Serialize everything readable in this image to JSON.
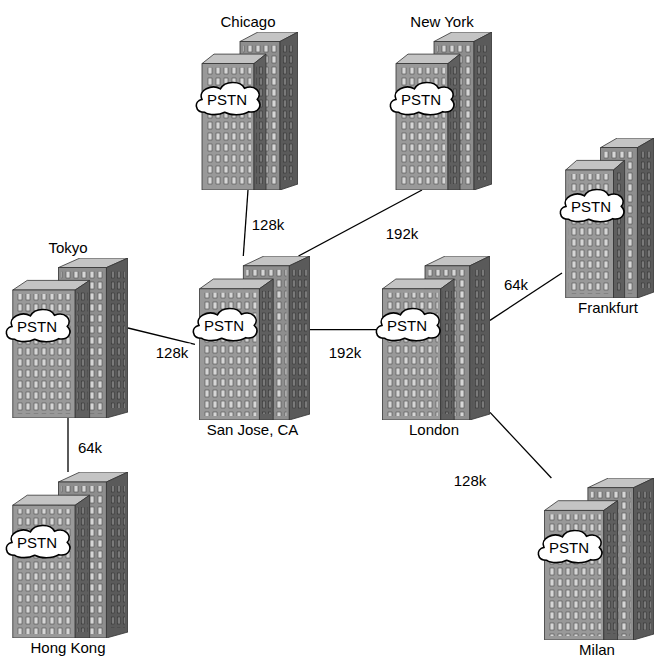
{
  "diagram": {
    "nodes": [
      {
        "text": [
          "Chicago"
        ]
      },
      {
        "text": [
          "PSTN"
        ],
        "in": 0
      },
      {
        "text": [
          "New York"
        ]
      },
      {
        "text": [
          "PSTN"
        ],
        "in": 2
      },
      {
        "text": [
          "Frankfurt"
        ]
      },
      {
        "text": [
          "PSTN"
        ],
        "in": 4
      },
      {
        "text": [
          "Tokyo"
        ]
      },
      {
        "text": [
          "PSTN"
        ],
        "in": 6
      },
      {
        "text": [
          "San Jose, CA"
        ]
      },
      {
        "text": [
          "PSTN"
        ],
        "in": 8
      },
      {
        "text": [
          "London"
        ]
      },
      {
        "text": [
          "PSTN"
        ],
        "in": 10
      },
      {
        "text": [
          "Hong Kong"
        ]
      },
      {
        "text": [
          "PSTN"
        ],
        "in": 12
      },
      {
        "text": [
          "Milan"
        ]
      },
      {
        "text": [
          "PSTN"
        ],
        "in": 14
      }
    ],
    "edges": [
      {
        "from": 0,
        "to": 8,
        "arrow": "none",
        "label": "128k"
      },
      {
        "from": 2,
        "to": 8,
        "arrow": "none",
        "label": "192k"
      },
      {
        "from": 6,
        "to": 8,
        "arrow": "none",
        "label": "128k"
      },
      {
        "from": 8,
        "to": 10,
        "arrow": "none",
        "label": "192k"
      },
      {
        "from": 10,
        "to": 4,
        "arrow": "none",
        "label": "64k"
      },
      {
        "from": 6,
        "to": 12,
        "arrow": "none",
        "label": "64k"
      },
      {
        "from": 10,
        "to": 14,
        "arrow": "none",
        "label": "128k"
      }
    ]
  }
}
